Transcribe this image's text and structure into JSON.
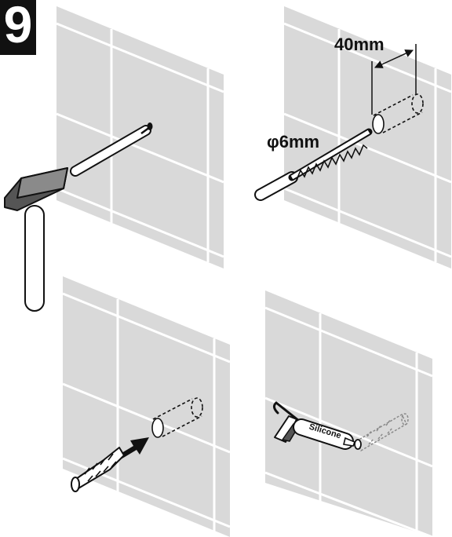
{
  "step": {
    "number": "9"
  },
  "panels": {
    "drill": {
      "depth_label": "40mm",
      "diameter_label": "φ6mm"
    },
    "silicone": {
      "tube_label": "Silicone"
    }
  },
  "colors": {
    "wall": "#d9d9d9",
    "grout": "#ffffff",
    "outline": "#111111"
  },
  "icons": [
    "hammer-icon",
    "nail-icon",
    "drill-bit-icon",
    "wall-plug-icon",
    "arrow-icon",
    "silicone-gun-icon"
  ]
}
